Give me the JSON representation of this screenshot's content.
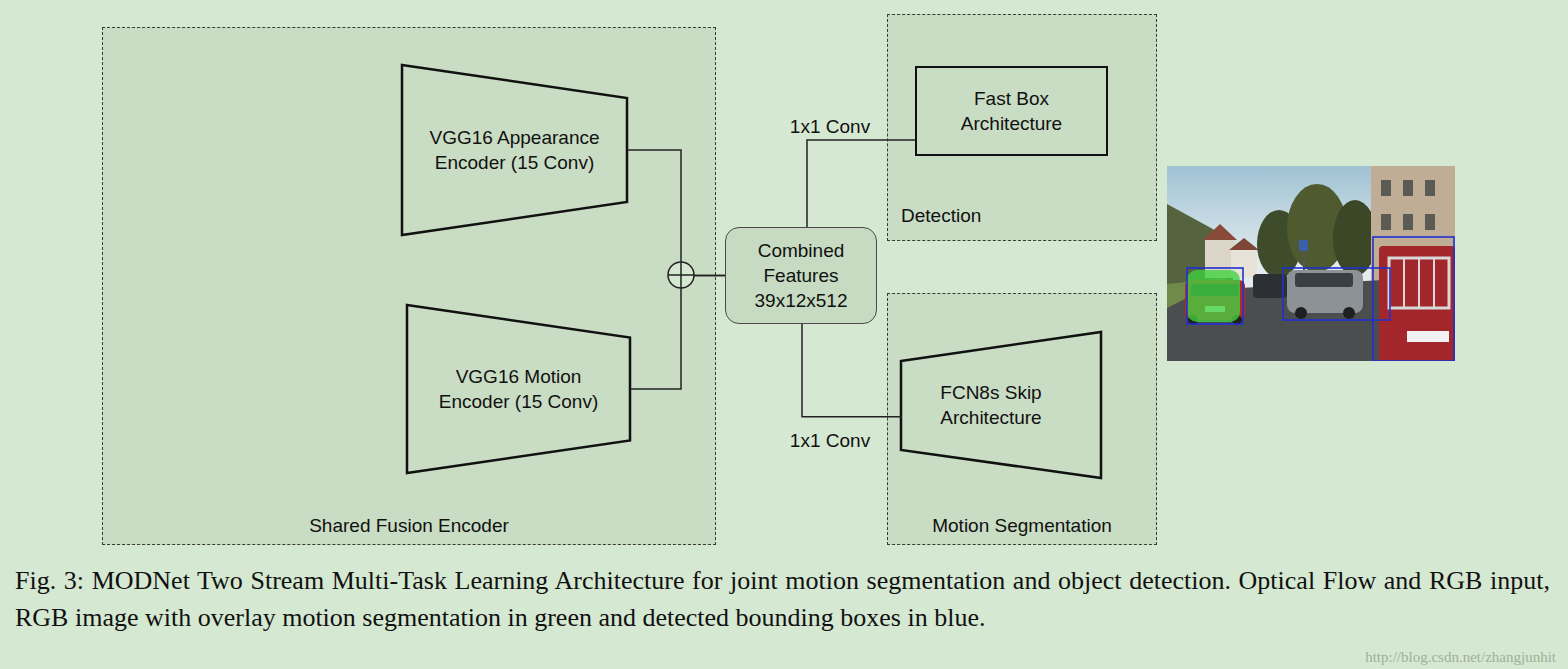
{
  "diagram": {
    "caption": "Fig. 3: MODNet Two Stream Multi-Task Learning Architecture for joint motion segmentation and object detection. Optical Flow and RGB input, RGB image with overlay motion segmentation in green and detected bounding boxes in blue.",
    "nodes": [
      {
        "text": [
          "Shared Fusion Encoder"
        ]
      },
      {
        "text": [
          "VGG16 Appearance Encoder (15 Conv)"
        ],
        "in": 0
      },
      {
        "text": [
          "VGG16 Motion Encoder (15 Conv)"
        ],
        "in": 0
      },
      {
        "text": [
          "Combined Features 39x12x512"
        ]
      },
      {
        "text": [
          "Detection"
        ]
      },
      {
        "text": [
          "Fast Box Architecture"
        ],
        "in": 4
      },
      {
        "text": [
          "Motion Segmentation"
        ]
      },
      {
        "text": [
          "FCN8s Skip Architecture"
        ],
        "in": 6
      }
    ],
    "edges": [
      {
        "from": 1,
        "to": 3,
        "arrow": "none"
      },
      {
        "from": 2,
        "to": 3,
        "arrow": "none"
      },
      {
        "from": 3,
        "to": 5,
        "label": "1x1 Conv",
        "arrow": "none"
      },
      {
        "from": 3,
        "to": 7,
        "label": "1x1 Conv",
        "arrow": "none"
      }
    ],
    "labels": [
      "http://blog.csdn.net/zhangjunhit"
    ]
  }
}
